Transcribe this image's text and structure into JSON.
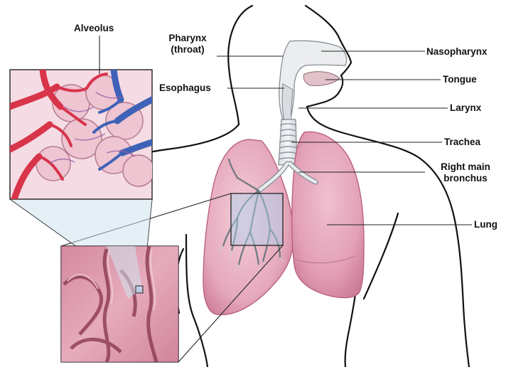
{
  "labels": {
    "alveolus": "Alveolus",
    "pharynx_line1": "Pharynx",
    "pharynx_line2": "(throat)",
    "esophagus": "Esophagus",
    "nasopharynx": "Nasopharynx",
    "tongue": "Tongue",
    "larynx": "Larynx",
    "trachea": "Trachea",
    "right_main_bronchus_line1": "Right main",
    "right_main_bronchus_line2": "bronchus",
    "lung": "Lung"
  },
  "colors": {
    "lung_fill": "#e9b3c3",
    "lung_shade": "#d88ea5",
    "lung_right_fill": "#e6a3b8",
    "airway_fill": "#e8ebee",
    "airway_stroke": "#7d8790",
    "artery_red": "#d8344a",
    "vein_blue": "#3f62b8",
    "highlight_box": "#a9d3ef",
    "leader_line": "#222222",
    "body_outline": "#111111"
  }
}
